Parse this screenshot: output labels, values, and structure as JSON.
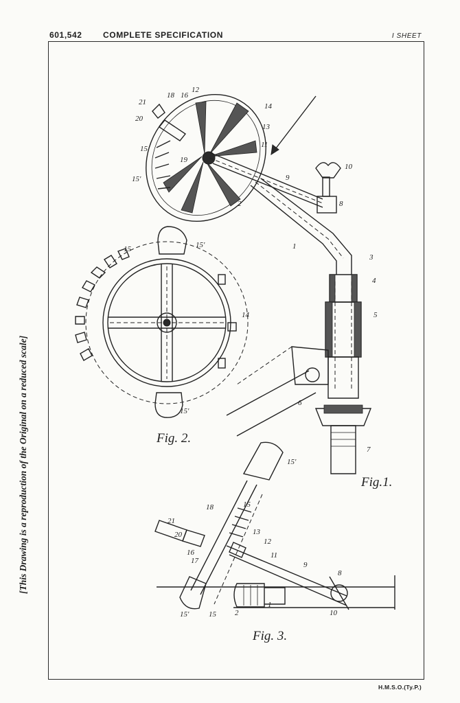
{
  "header": {
    "number": "601,542",
    "title": "COMPLETE SPECIFICATION",
    "sheet": "I SHEET"
  },
  "side_note": "[This Drawing is a reproduction of the Original on a reduced scale]",
  "footer": "H.M.S.O.(Ty.P.)",
  "figures": {
    "fig1": {
      "caption": "Fig.1.",
      "labels": [
        "21",
        "18",
        "16",
        "12",
        "14",
        "13",
        "11",
        "20",
        "15",
        "19",
        "15'",
        "2",
        "9",
        "10",
        "8",
        "1",
        "3",
        "4",
        "5",
        "6",
        "7"
      ]
    },
    "fig2": {
      "caption": "Fig. 2.",
      "labels": [
        "15",
        "15'",
        "14",
        "15'"
      ]
    },
    "fig3": {
      "caption": "Fig. 3.",
      "labels": [
        "15'",
        "18",
        "15",
        "21",
        "20",
        "13",
        "12",
        "16",
        "11",
        "17",
        "9",
        "8",
        "15'",
        "15",
        "2",
        "1",
        "10"
      ]
    }
  }
}
